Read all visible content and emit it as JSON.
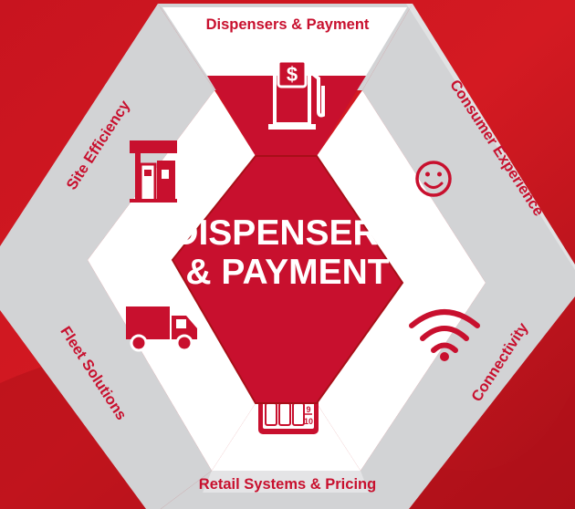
{
  "colors": {
    "brand_red": "#c8102e",
    "band_gray": "#d2d3d5",
    "white": "#ffffff"
  },
  "center": {
    "line1": "DISPENSERS",
    "line2": "& PAYMENT"
  },
  "segments": [
    {
      "label": "Dispensers & Payment",
      "icon": "fuel-pump-dollar-icon",
      "active": true
    },
    {
      "label": "Consumer Experience",
      "icon": "smiley-face-icon",
      "active": false
    },
    {
      "label": "Connectivity",
      "icon": "wifi-icon",
      "active": false
    },
    {
      "label": "Retail Systems & Pricing",
      "icon": "price-display-icon",
      "active": false
    },
    {
      "label": "Fleet Solutions",
      "icon": "truck-icon",
      "active": false
    },
    {
      "label": "Site Efficiency",
      "icon": "gas-station-icon",
      "active": false
    }
  ]
}
